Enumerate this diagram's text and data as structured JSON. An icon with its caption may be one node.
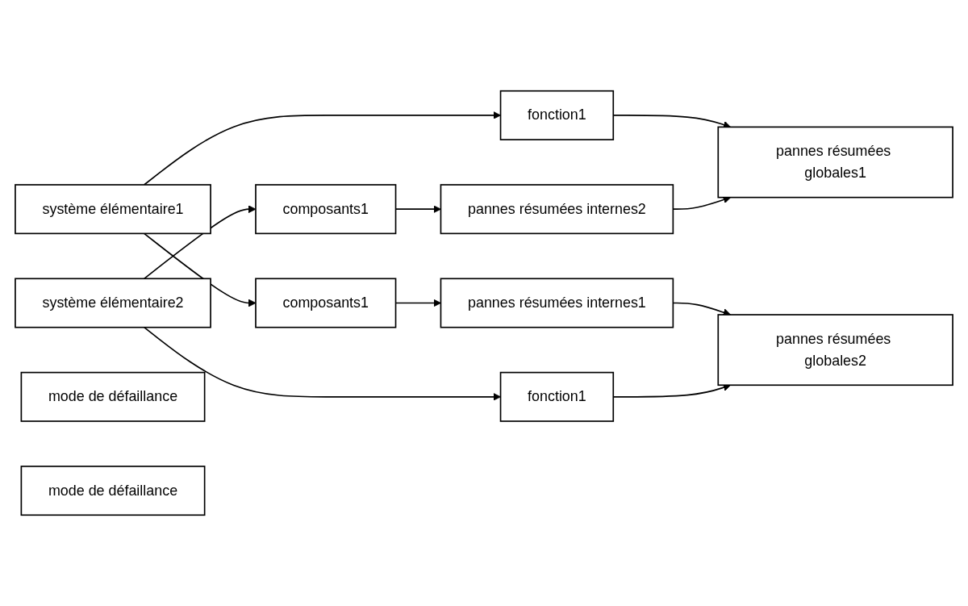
{
  "diagram": {
    "nodes": [
      {
        "text": [
          "système élémentaire1"
        ]
      },
      {
        "text": [
          "fonction1"
        ]
      },
      {
        "text": [
          "composants1"
        ]
      },
      {
        "text": [
          "mode de défaillance"
        ]
      },
      {
        "text": [
          "pannes résumées globales1"
        ]
      },
      {
        "text": [
          "pannes résumées internes1"
        ]
      },
      {
        "text": [
          "pannes résumées globales2"
        ]
      },
      {
        "text": [
          "pannes résumées internes2"
        ]
      },
      {
        "text": [
          "mode de défaillance"
        ]
      },
      {
        "text": [
          "fonction1"
        ]
      },
      {
        "text": [
          "composants1"
        ]
      },
      {
        "text": [
          "système élémentaire2"
        ]
      }
    ],
    "edges": [
      {
        "from": 0,
        "to": 1,
        "arrow": "to"
      },
      {
        "from": 0,
        "to": 2,
        "arrow": "to"
      },
      {
        "from": 1,
        "to": 4,
        "arrow": "to"
      },
      {
        "from": 2,
        "to": 5,
        "arrow": "to"
      },
      {
        "from": 5,
        "to": 6,
        "arrow": "to"
      },
      {
        "from": 7,
        "to": 4,
        "arrow": "to"
      },
      {
        "from": 9,
        "to": 6,
        "arrow": "to"
      },
      {
        "from": 10,
        "to": 7,
        "arrow": "to"
      },
      {
        "from": 11,
        "to": 9,
        "arrow": "to"
      },
      {
        "from": 11,
        "to": 10,
        "arrow": "to"
      }
    ]
  }
}
